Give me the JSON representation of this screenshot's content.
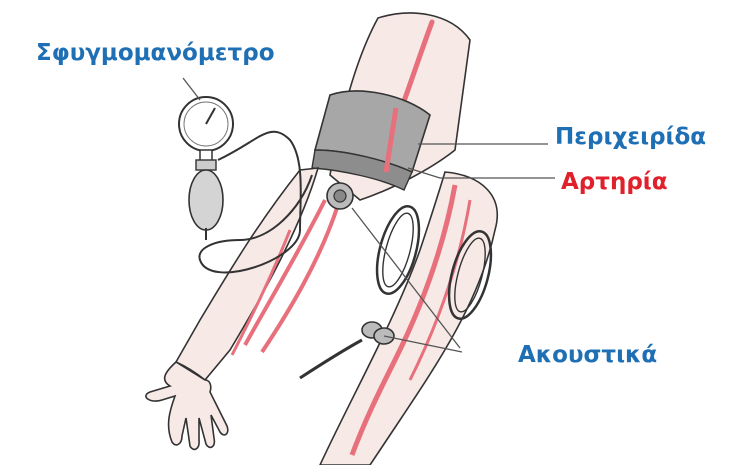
{
  "labels": {
    "sphygmomanometer": "Σφυγμομανόμετρο",
    "cuff": "Περιχειρίδα",
    "artery": "Αρτηρία",
    "stethoscope": "Ακουστικά"
  },
  "colors": {
    "label_blue": "#1f6fb5",
    "label_red": "#e0202a",
    "artery_pink": "#e8707c",
    "skin": "#f6e9e6",
    "outline": "#333333",
    "cuff_gray": "#a7a7a7"
  },
  "icons": [
    "gauge-icon",
    "bulb-icon",
    "stethoscope-chestpiece-icon"
  ]
}
